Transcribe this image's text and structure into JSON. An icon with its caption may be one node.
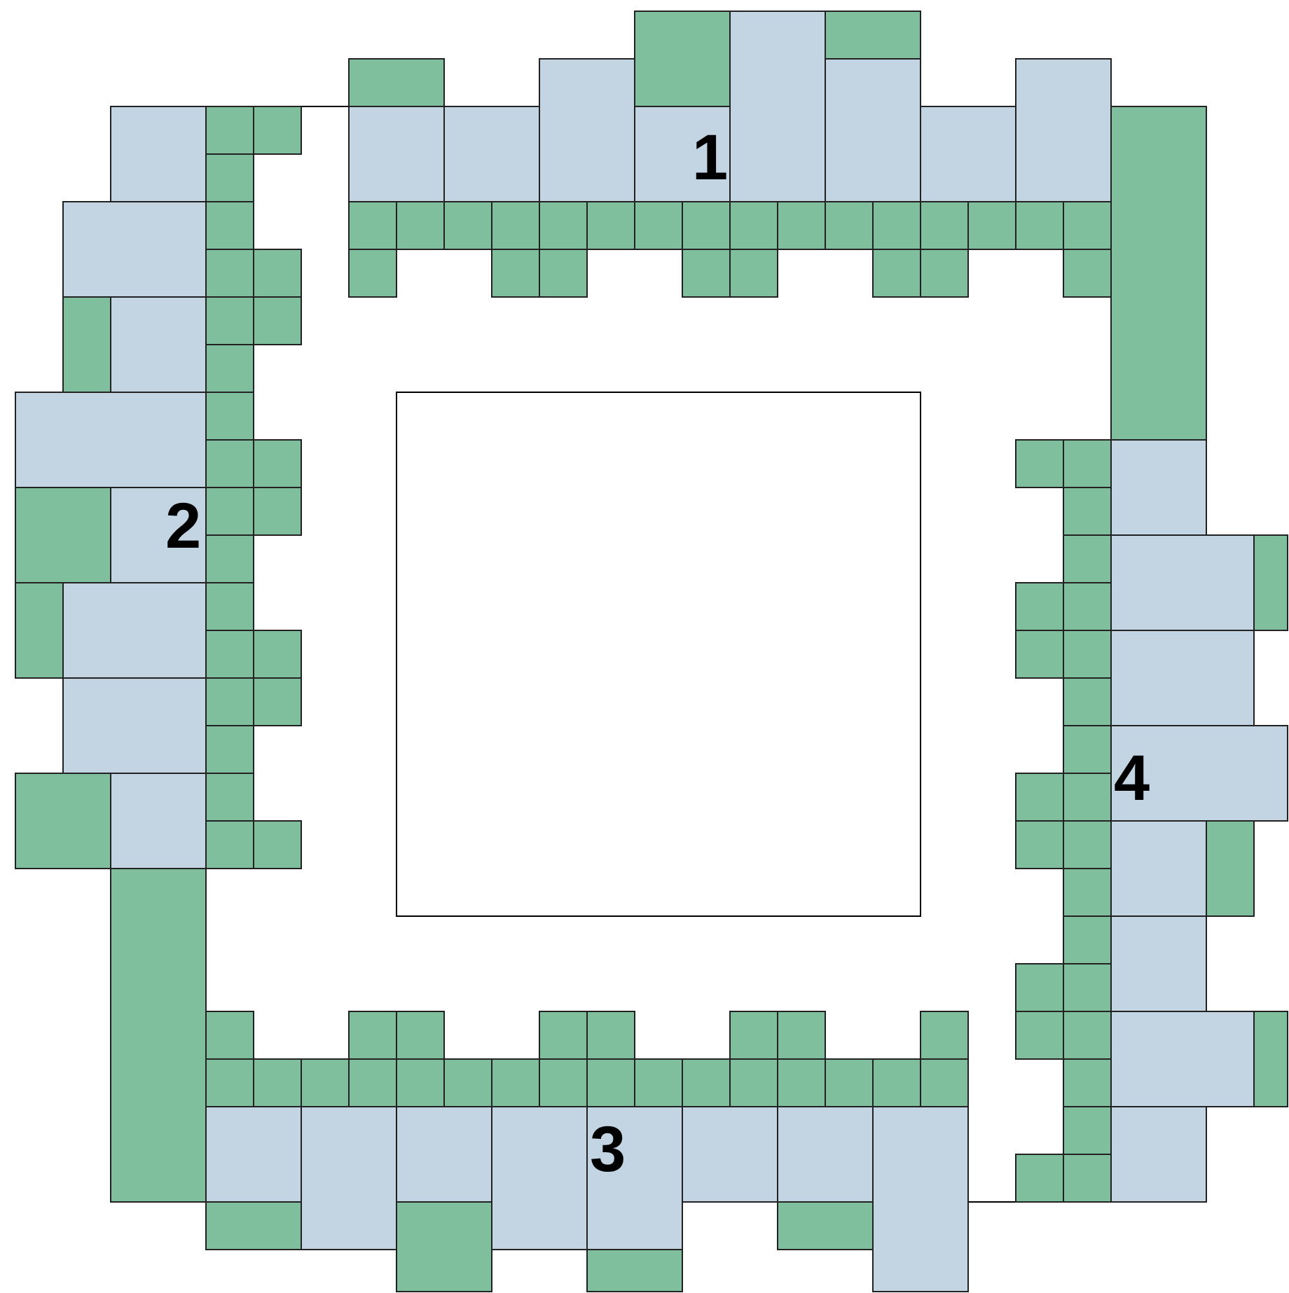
{
  "diagram": {
    "labels": [
      "1",
      "2",
      "3",
      "4"
    ]
  }
}
